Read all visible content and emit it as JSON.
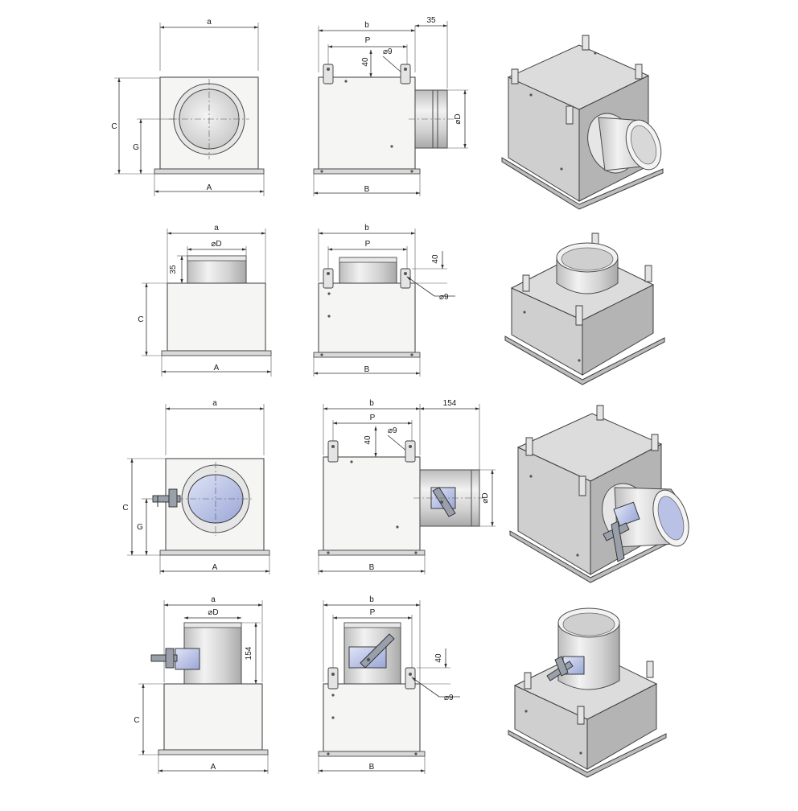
{
  "labels": {
    "a": "a",
    "b": "b",
    "A": "A",
    "B": "B",
    "C": "C",
    "G": "G",
    "P": "P",
    "D": "D",
    "phiD": "⌀D",
    "phi9": "⌀9",
    "d35": "35",
    "d40": "40",
    "d154": "154"
  },
  "rows": [
    {
      "variant": "side-spigot",
      "damper": false
    },
    {
      "variant": "top-spigot",
      "damper": false
    },
    {
      "variant": "side-spigot",
      "damper": true
    },
    {
      "variant": "top-spigot",
      "damper": true
    }
  ],
  "colors": {
    "body": "#f5f5f3",
    "outline": "#4a4a4a",
    "damper_blue": "#b9c2e6",
    "iso_shade": "#cfcfcf"
  }
}
